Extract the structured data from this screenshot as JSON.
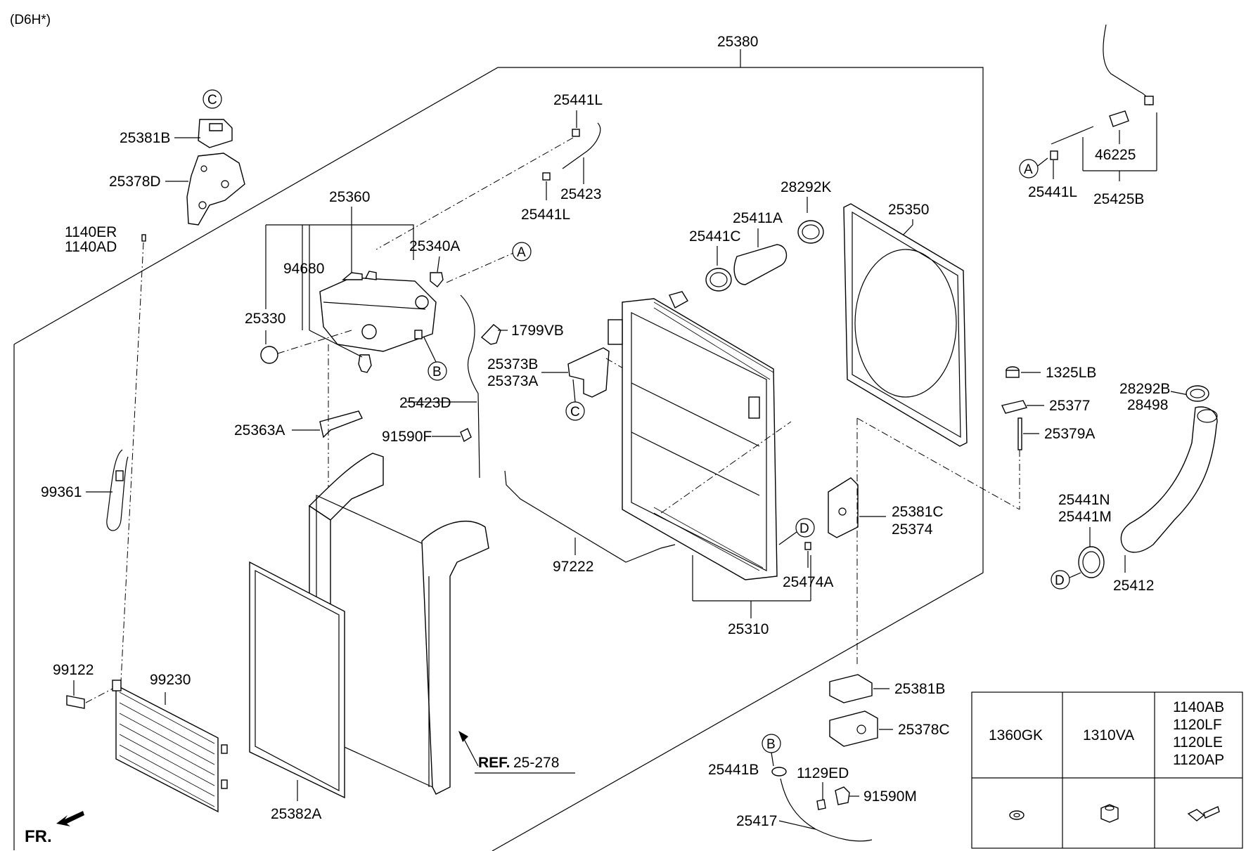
{
  "diagram": {
    "variant_label": "(D6H*)",
    "part_labels": {
      "p25380": "25380",
      "p25381B_top": "25381B",
      "p25378D": "25378D",
      "p1140ER": "1140ER",
      "p1140AD": "1140AD",
      "p25360": "25360",
      "p94680": "94680",
      "p25330": "25330",
      "p25340A": "25340A",
      "p25441L_a": "25441L",
      "p25423": "25423",
      "p25441L_b": "25441L",
      "p1799VB": "1799VB",
      "p25373B": "25373B",
      "p25373A": "25373A",
      "p25423D": "25423D",
      "p25363A": "25363A",
      "p91590F": "91590F",
      "p99361": "99361",
      "p97222": "97222",
      "p99122": "99122",
      "p99230": "99230",
      "p25382A": "25382A",
      "pREF": "25-278",
      "pREF_prefix": "REF.",
      "p25441C": "25441C",
      "p25411A": "25411A",
      "p28292K": "28292K",
      "p25350": "25350",
      "p25310": "25310",
      "p25474A": "25474A",
      "p25381C": "25381C",
      "p25374": "25374",
      "p25381B_bottom": "25381B",
      "p25378C": "25378C",
      "p25441B": "25441B",
      "p1129ED": "1129ED",
      "p91590M": "91590M",
      "p25417": "25417",
      "p1325LB": "1325LB",
      "p25377": "25377",
      "p25379A": "25379A",
      "p28292B": "28292B",
      "p28498": "28498",
      "p25441N": "25441N",
      "p25441M": "25441M",
      "p25412": "25412",
      "p46225": "46225",
      "p25441L_c": "25441L",
      "p25425B": "25425B"
    },
    "callouts": {
      "A1": "A",
      "A2": "A",
      "B1": "B",
      "B2": "B",
      "C1": "C",
      "C2": "C",
      "D1": "D",
      "D2": "D"
    },
    "front_marker": "FR."
  },
  "fastener_table": {
    "headers": [
      "1360GK",
      "1310VA",
      "1140AB\n1120LF\n1120LE\n1120AP"
    ],
    "col3_lines": [
      "1140AB",
      "1120LF",
      "1120LE",
      "1120AP"
    ],
    "icons": [
      "washer-icon",
      "nut-icon",
      "bolt-icon"
    ]
  }
}
